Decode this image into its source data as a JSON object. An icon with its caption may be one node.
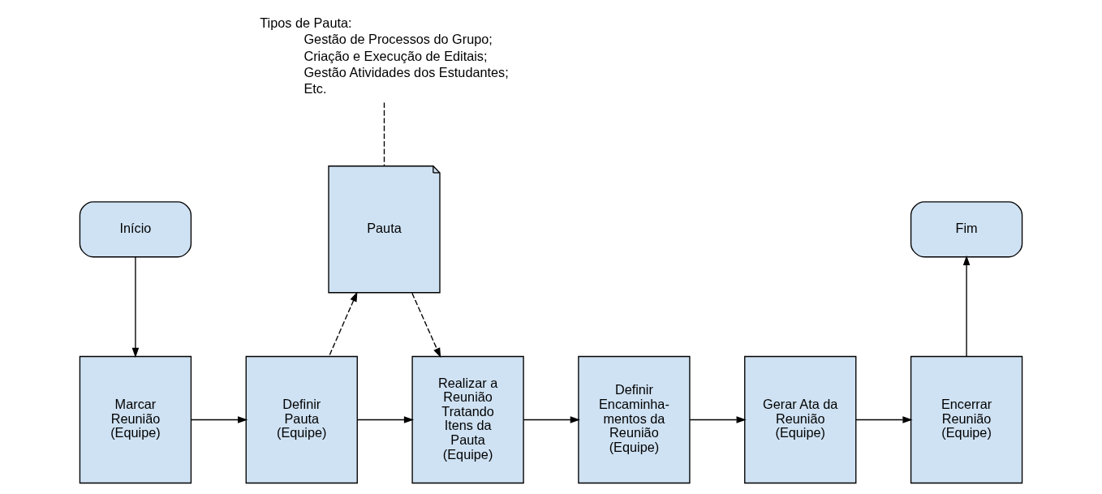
{
  "diagram": {
    "nodes": [
      {
        "text": [
          "Início"
        ]
      },
      {
        "text": [
          "Pauta"
        ]
      },
      {
        "text": [
          "Tipos de Pauta:",
          "Gestão de Processos do Grupo;",
          "Criação e Execução de Editais;",
          "Gestão Atividades dos Estudantes;",
          "Etc."
        ]
      },
      {
        "text": [
          "Fim"
        ]
      },
      {
        "text": [
          "Marcar Reunião (Equipe)"
        ]
      },
      {
        "text": [
          "Definir Pauta (Equipe)"
        ]
      },
      {
        "text": [
          "Realizar a Reunião Tratando Itens da Pauta (Equipe)"
        ]
      },
      {
        "text": [
          "Definir Encaminha- mentos da Reunião (Equipe)"
        ]
      },
      {
        "text": [
          "Gerar Ata da Reunião (Equipe)"
        ]
      },
      {
        "text": [
          "Encerrar Reunião (Equipe)"
        ]
      }
    ],
    "edges": [
      {
        "from": 0,
        "to": 4,
        "arrow": "to"
      },
      {
        "from": 4,
        "to": 5,
        "arrow": "to"
      },
      {
        "from": 5,
        "to": 1,
        "arrow": "to",
        "style": "dashed"
      },
      {
        "from": 1,
        "to": 2,
        "arrow": "none",
        "style": "dashed"
      },
      {
        "from": 1,
        "to": 6,
        "arrow": "to",
        "style": "dashed"
      },
      {
        "from": 5,
        "to": 6,
        "arrow": "to"
      },
      {
        "from": 6,
        "to": 7,
        "arrow": "to"
      },
      {
        "from": 7,
        "to": 8,
        "arrow": "to"
      },
      {
        "from": 8,
        "to": 9,
        "arrow": "to"
      },
      {
        "from": 9,
        "to": 3,
        "arrow": "to"
      }
    ]
  }
}
